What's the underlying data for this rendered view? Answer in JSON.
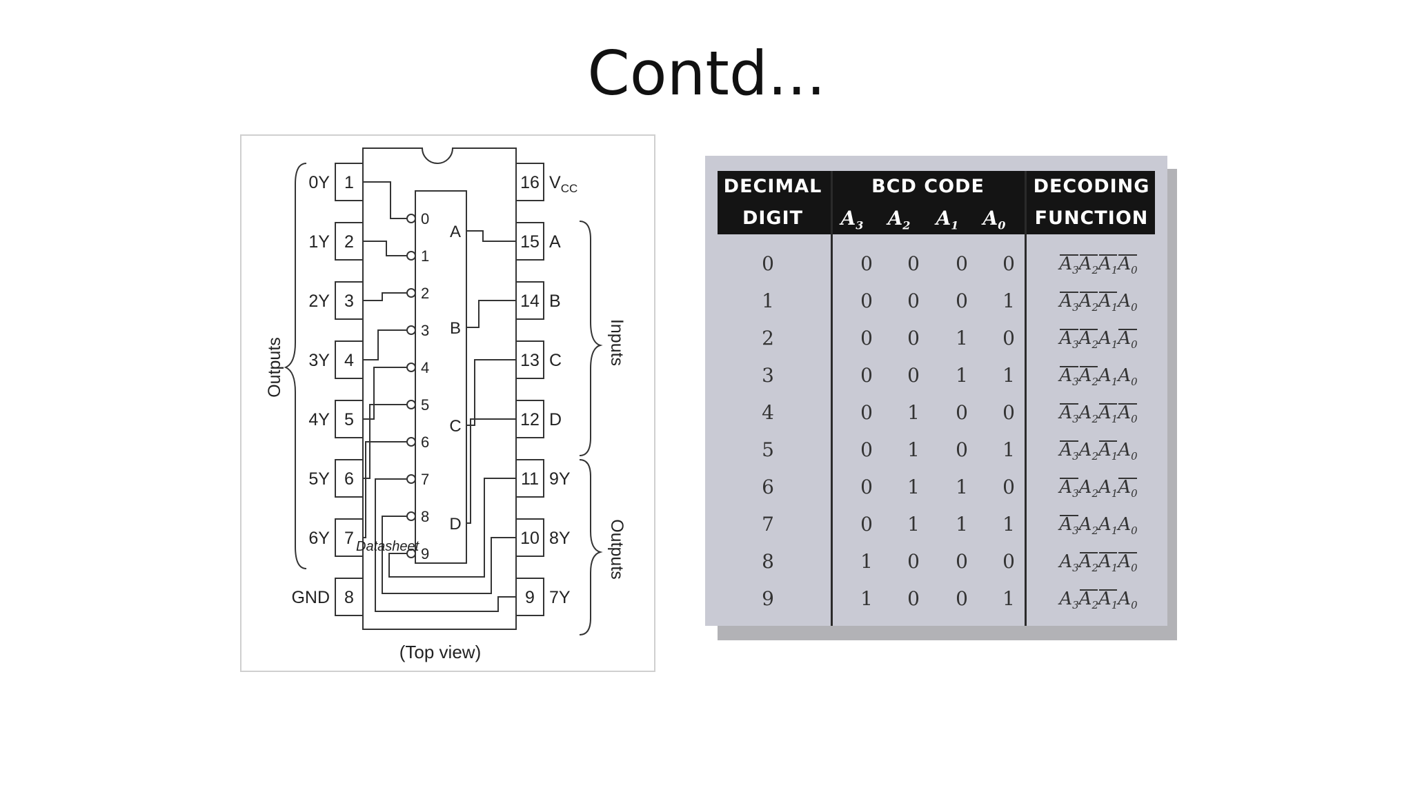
{
  "slide": {
    "title": "Contd..."
  },
  "ic": {
    "left_pins": [
      {
        "num": "1",
        "label": "0Y"
      },
      {
        "num": "2",
        "label": "1Y"
      },
      {
        "num": "3",
        "label": "2Y"
      },
      {
        "num": "4",
        "label": "3Y"
      },
      {
        "num": "5",
        "label": "4Y"
      },
      {
        "num": "6",
        "label": "5Y"
      },
      {
        "num": "7",
        "label": "6Y"
      },
      {
        "num": "8",
        "label": "GND"
      }
    ],
    "right_pins": [
      {
        "num": "16",
        "label": "V",
        "sub": "CC"
      },
      {
        "num": "15",
        "label": "A"
      },
      {
        "num": "14",
        "label": "B"
      },
      {
        "num": "13",
        "label": "C"
      },
      {
        "num": "12",
        "label": "D"
      },
      {
        "num": "11",
        "label": "9Y"
      },
      {
        "num": "10",
        "label": "8Y"
      },
      {
        "num": "9",
        "label": "7Y"
      }
    ],
    "decoder_outputs": [
      "0",
      "1",
      "2",
      "3",
      "4",
      "5",
      "6",
      "7",
      "8",
      "9"
    ],
    "decoder_inputs": [
      "A",
      "B",
      "C",
      "D"
    ],
    "left_group_label": "Outputs",
    "right_group_labels": [
      "Inputs",
      "Outputs"
    ],
    "watermark": "Datasheet",
    "caption": "(Top view)"
  },
  "table": {
    "headers": {
      "decimal": [
        "DECIMAL",
        "DIGIT"
      ],
      "bcd": "BCD CODE",
      "bcd_cols": [
        {
          "base": "A",
          "sub": "3"
        },
        {
          "base": "A",
          "sub": "2"
        },
        {
          "base": "A",
          "sub": "1"
        },
        {
          "base": "A",
          "sub": "0"
        }
      ],
      "decoding": [
        "DECODING",
        "FUNCTION"
      ]
    },
    "rows": [
      {
        "digit": "0",
        "bits": [
          "0",
          "0",
          "0",
          "0"
        ]
      },
      {
        "digit": "1",
        "bits": [
          "0",
          "0",
          "0",
          "1"
        ]
      },
      {
        "digit": "2",
        "bits": [
          "0",
          "0",
          "1",
          "0"
        ]
      },
      {
        "digit": "3",
        "bits": [
          "0",
          "0",
          "1",
          "1"
        ]
      },
      {
        "digit": "4",
        "bits": [
          "0",
          "1",
          "0",
          "0"
        ]
      },
      {
        "digit": "5",
        "bits": [
          "0",
          "1",
          "0",
          "1"
        ]
      },
      {
        "digit": "6",
        "bits": [
          "0",
          "1",
          "1",
          "0"
        ]
      },
      {
        "digit": "7",
        "bits": [
          "0",
          "1",
          "1",
          "1"
        ]
      },
      {
        "digit": "8",
        "bits": [
          "1",
          "0",
          "0",
          "0"
        ]
      },
      {
        "digit": "9",
        "bits": [
          "1",
          "0",
          "0",
          "1"
        ]
      }
    ]
  },
  "colors": {
    "table_card": "#c9cad4",
    "table_header": "#141414",
    "table_shadow": "#b2b2b6"
  }
}
